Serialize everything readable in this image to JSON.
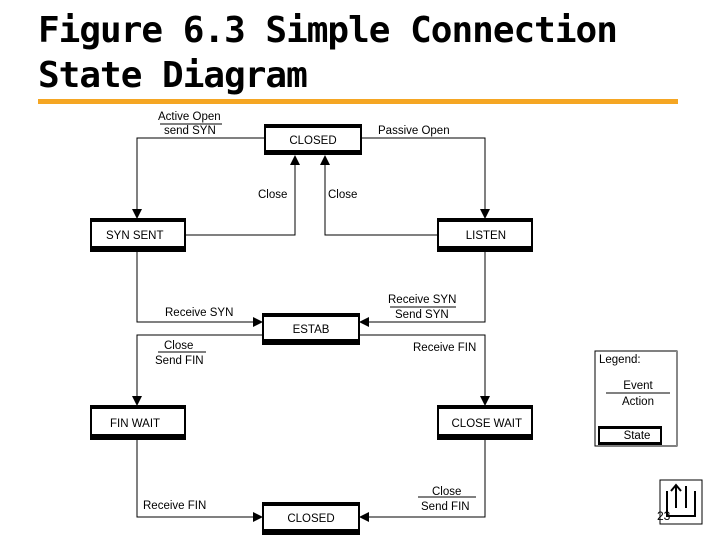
{
  "title": {
    "line1": "Figure 6.3 Simple Connection",
    "line2": "State Diagram"
  },
  "states": {
    "closed_top": "CLOSED",
    "syn_sent": "SYN SENT",
    "listen": "LISTEN",
    "estab": "ESTAB",
    "fin_wait": "FIN WAIT",
    "close_wait": "CLOSE WAIT",
    "closed_bottom": "CLOSED"
  },
  "transitions": {
    "active_open_event": "Active Open",
    "active_open_action": "send SYN",
    "passive_open_event": "Passive Open",
    "close_left": "Close",
    "close_right": "Close",
    "receive_syn_left": "Receive SYN",
    "receive_syn_right_event": "Receive SYN",
    "receive_syn_right_action": "Send SYN",
    "close_send_fin_event": "Close",
    "close_send_fin_action": "Send FIN",
    "receive_fin_right": "Receive FIN",
    "receive_fin_bottom": "Receive FIN",
    "close_bottom_event": "Close",
    "close_bottom_action": "Send FIN"
  },
  "legend": {
    "title": "Legend:",
    "event": "Event",
    "action": "Action",
    "state": "State"
  },
  "page_number": "23",
  "colors": {
    "accent": "#f5a623",
    "state_border": "#000000",
    "state_fill": "#ffffff"
  },
  "icons": {
    "logo": "university-logo-icon"
  }
}
